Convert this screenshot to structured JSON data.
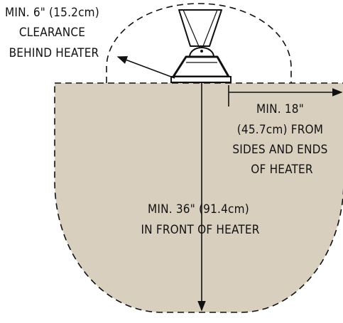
{
  "diagram": {
    "colors": {
      "clearance_fill": "#d9cfbf",
      "line": "#111111",
      "background": "#ffffff"
    },
    "labels": {
      "behind": [
        "MIN. 6\" (15.2cm)",
        "CLEARANCE",
        "BEHIND HEATER"
      ],
      "sides": [
        "MIN. 18\"",
        "(45.7cm) FROM",
        "SIDES AND ENDS",
        "OF HEATER"
      ],
      "front": [
        "MIN. 36\" (91.4cm)",
        "IN FRONT OF HEATER"
      ]
    }
  }
}
